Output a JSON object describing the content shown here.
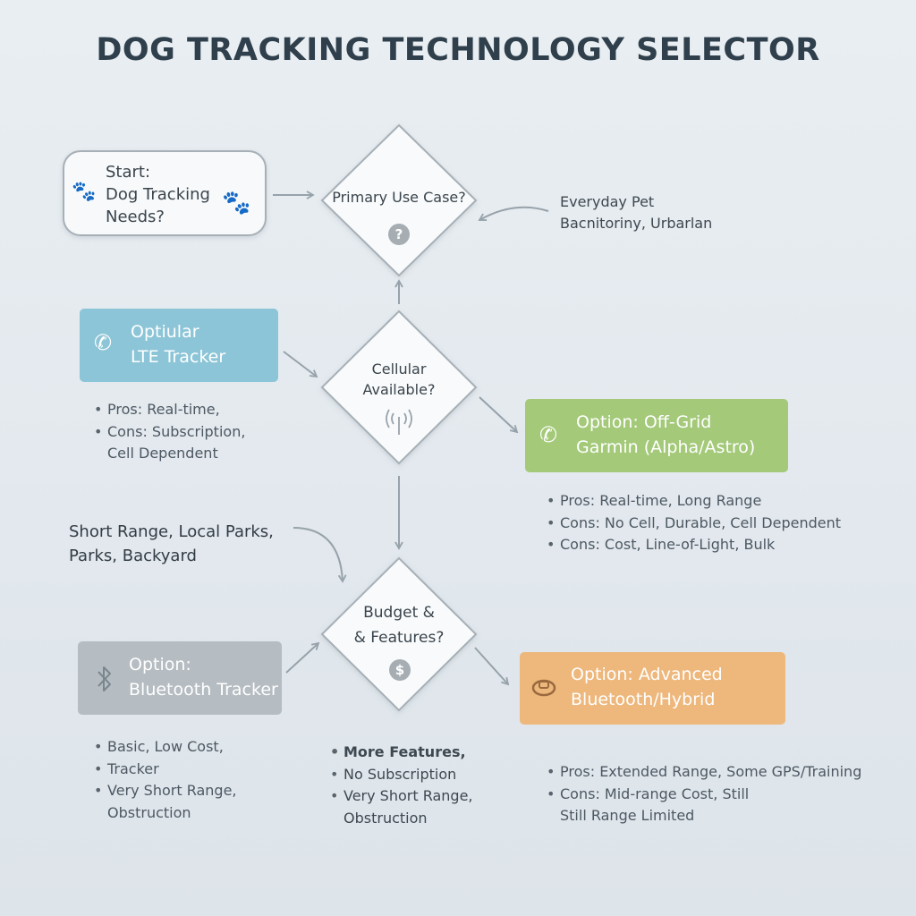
{
  "title": "DOG TRACKING TECHNOLOGY SELECTOR",
  "start": {
    "text": "Start:\nDog Tracking\nNeeds?",
    "icon": "paw-icon"
  },
  "decisions": {
    "use_case": {
      "label": "Primary Use Case?",
      "icon_text": "?"
    },
    "cellular": {
      "label": "Cellular\nAvailable?",
      "icon": "signal-icon"
    },
    "budget": {
      "label": "Budget &\n& Features?",
      "icon_text": "$"
    }
  },
  "side_notes": {
    "everyday": "Everyday Pet\nBacnitoriny, Urbarlan",
    "short_range": "Short Range, Local Parks,\nParks, Backyard"
  },
  "options": {
    "lte": {
      "label": "Optiular\nLTE Tracker",
      "icon": "phone-icon",
      "color": "#8cc5d7",
      "bullets": [
        "Pros: Real-time,",
        "Cons: Subscription,\nCell Dependent"
      ]
    },
    "garmin": {
      "label": "Option: Off-Grid\nGarmin (Alpha/Astro)",
      "icon": "phone-icon",
      "color": "#a3c979",
      "bullets": [
        "Pros: Real-time, Long Range",
        "Cons: No Cell, Durable, Cell Dependent",
        "Cons: Cost, Line-of-Light, Bulk"
      ]
    },
    "bluetooth": {
      "label": "Option:\nBluetooth Tracker",
      "icon": "bluetooth-icon",
      "color": "#b5bcc2",
      "bullets": [
        "Basic, Low Cost,",
        "Tracker",
        "Very Short Range,\nObstruction"
      ]
    },
    "hybrid": {
      "label": "Option: Advanced\nBluetooth/Hybrid",
      "icon": "collar-icon",
      "color": "#eeb77c",
      "bullets": [
        "Pros: Extended Range, Some GPS/Training",
        "Cons: Mid-range Cost, Still\nStill Range Limited"
      ]
    }
  },
  "middle_bullets": [
    "More Features,",
    "No Subscription",
    "Very Short Range,\nObstruction"
  ]
}
